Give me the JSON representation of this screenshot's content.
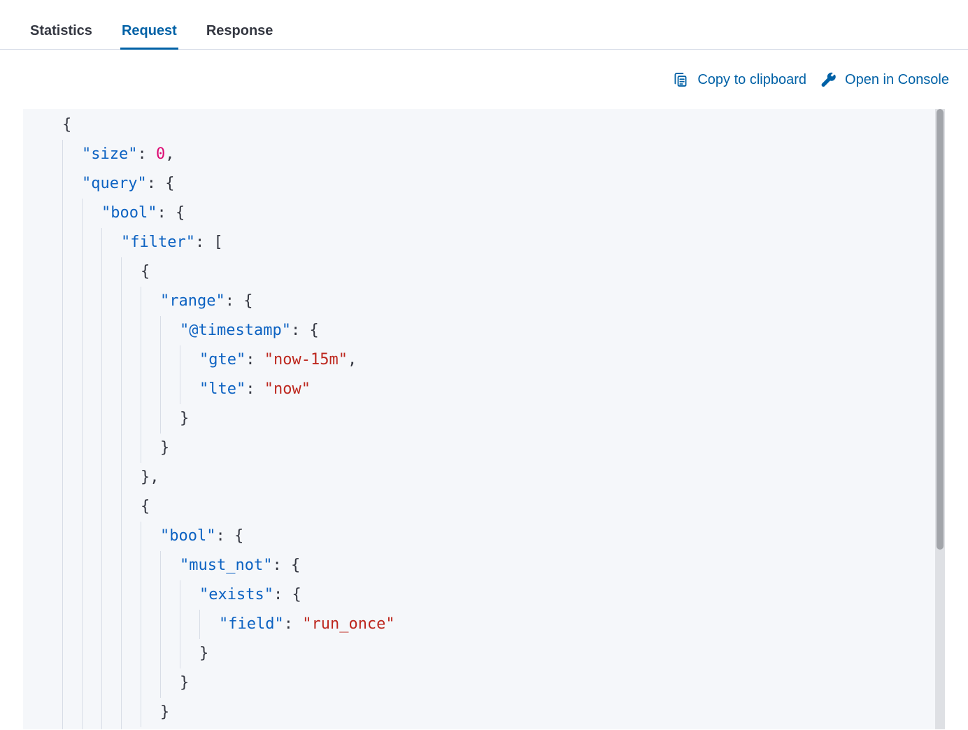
{
  "tabs": [
    {
      "id": "statistics",
      "label": "Statistics",
      "active": false
    },
    {
      "id": "request",
      "label": "Request",
      "active": true
    },
    {
      "id": "response",
      "label": "Response",
      "active": false
    }
  ],
  "actions": [
    {
      "id": "copy",
      "label": "Copy to clipboard",
      "icon": "copy-clipboard-icon"
    },
    {
      "id": "console",
      "label": "Open in Console",
      "icon": "wrench-icon"
    }
  ],
  "colors": {
    "link": "#0061a6",
    "tab_active": "#0061a6",
    "tab_inactive": "#343741",
    "divider": "#d3dae6",
    "code_bg": "#f5f7fa",
    "indent_guide": "#d8dde6",
    "token_key": "#0c62c2",
    "token_string": "#bd271e",
    "token_number": "#dd0a73",
    "token_punct": "#343741",
    "scrollbar_thumb": "#a2a5aa",
    "scrollbar_track": "#dee0e4"
  },
  "code": {
    "language": "json",
    "lines": [
      {
        "indent": 0,
        "tokens": [
          {
            "t": "punct",
            "v": "{"
          }
        ]
      },
      {
        "indent": 1,
        "tokens": [
          {
            "t": "key",
            "v": "\"size\""
          },
          {
            "t": "punct",
            "v": ": "
          },
          {
            "t": "num",
            "v": "0"
          },
          {
            "t": "punct",
            "v": ","
          }
        ]
      },
      {
        "indent": 1,
        "tokens": [
          {
            "t": "key",
            "v": "\"query\""
          },
          {
            "t": "punct",
            "v": ": {"
          }
        ]
      },
      {
        "indent": 2,
        "tokens": [
          {
            "t": "key",
            "v": "\"bool\""
          },
          {
            "t": "punct",
            "v": ": {"
          }
        ]
      },
      {
        "indent": 3,
        "tokens": [
          {
            "t": "key",
            "v": "\"filter\""
          },
          {
            "t": "punct",
            "v": ": ["
          }
        ]
      },
      {
        "indent": 4,
        "tokens": [
          {
            "t": "punct",
            "v": "{"
          }
        ]
      },
      {
        "indent": 5,
        "tokens": [
          {
            "t": "key",
            "v": "\"range\""
          },
          {
            "t": "punct",
            "v": ": {"
          }
        ]
      },
      {
        "indent": 6,
        "tokens": [
          {
            "t": "key",
            "v": "\"@timestamp\""
          },
          {
            "t": "punct",
            "v": ": {"
          }
        ]
      },
      {
        "indent": 7,
        "tokens": [
          {
            "t": "key",
            "v": "\"gte\""
          },
          {
            "t": "punct",
            "v": ": "
          },
          {
            "t": "str",
            "v": "\"now-15m\""
          },
          {
            "t": "punct",
            "v": ","
          }
        ]
      },
      {
        "indent": 7,
        "tokens": [
          {
            "t": "key",
            "v": "\"lte\""
          },
          {
            "t": "punct",
            "v": ": "
          },
          {
            "t": "str",
            "v": "\"now\""
          }
        ]
      },
      {
        "indent": 6,
        "tokens": [
          {
            "t": "punct",
            "v": "}"
          }
        ]
      },
      {
        "indent": 5,
        "tokens": [
          {
            "t": "punct",
            "v": "}"
          }
        ]
      },
      {
        "indent": 4,
        "tokens": [
          {
            "t": "punct",
            "v": "},"
          }
        ]
      },
      {
        "indent": 4,
        "tokens": [
          {
            "t": "punct",
            "v": "{"
          }
        ]
      },
      {
        "indent": 5,
        "tokens": [
          {
            "t": "key",
            "v": "\"bool\""
          },
          {
            "t": "punct",
            "v": ": {"
          }
        ]
      },
      {
        "indent": 6,
        "tokens": [
          {
            "t": "key",
            "v": "\"must_not\""
          },
          {
            "t": "punct",
            "v": ": {"
          }
        ]
      },
      {
        "indent": 7,
        "tokens": [
          {
            "t": "key",
            "v": "\"exists\""
          },
          {
            "t": "punct",
            "v": ": {"
          }
        ]
      },
      {
        "indent": 8,
        "tokens": [
          {
            "t": "key",
            "v": "\"field\""
          },
          {
            "t": "punct",
            "v": ": "
          },
          {
            "t": "str",
            "v": "\"run_once\""
          }
        ]
      },
      {
        "indent": 7,
        "tokens": [
          {
            "t": "punct",
            "v": "}"
          }
        ]
      },
      {
        "indent": 6,
        "tokens": [
          {
            "t": "punct",
            "v": "}"
          }
        ]
      },
      {
        "indent": 5,
        "tokens": [
          {
            "t": "punct",
            "v": "}"
          }
        ]
      },
      {
        "indent": 4,
        "tokens": [
          {
            "t": "punct",
            "v": "}"
          }
        ]
      }
    ]
  }
}
